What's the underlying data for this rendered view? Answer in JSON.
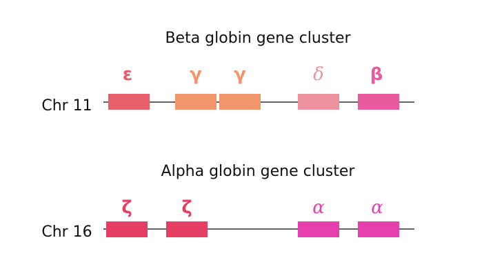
{
  "clusters": [
    {
      "title": "Beta globin gene cluster",
      "chromosome": "Chr 11",
      "line_color": "#5f6366",
      "genes": [
        {
          "label": "ε",
          "color": "#e85f6a",
          "label_color": "#e85f6a",
          "italic": false
        },
        {
          "label": "γ",
          "color": "#f2956a",
          "label_color": "#f2956a",
          "italic": false
        },
        {
          "label": "γ",
          "color": "#f2956a",
          "label_color": "#f2956a",
          "italic": false
        },
        {
          "label": "δ",
          "color": "#ef929f",
          "label_color": "#ef929f",
          "italic": true
        },
        {
          "label": "β",
          "color": "#ea5a9e",
          "label_color": "#ea5a9e",
          "italic": false
        }
      ]
    },
    {
      "title": "Alpha globin gene cluster",
      "chromosome": "Chr 16",
      "line_color": "#5f6366",
      "genes": [
        {
          "label": "ζ",
          "color": "#e63d63",
          "label_color": "#e63d63",
          "italic": false
        },
        {
          "label": "ζ",
          "color": "#e63d63",
          "label_color": "#e63d63",
          "italic": false
        },
        {
          "label": "α",
          "color": "#e63fad",
          "label_color": "#e63fad",
          "italic": true
        },
        {
          "label": "α",
          "color": "#e63fad",
          "label_color": "#e63fad",
          "italic": true
        }
      ]
    }
  ]
}
